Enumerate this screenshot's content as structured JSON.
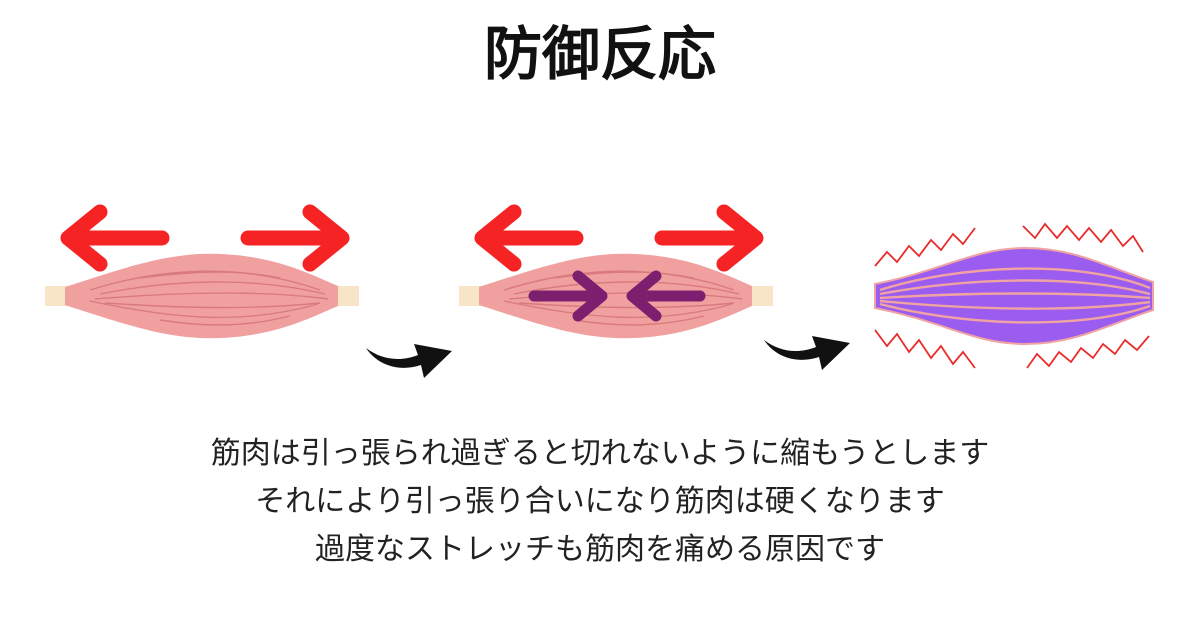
{
  "title": "防御反応",
  "captions": [
    "筋肉は引っ張られ過ぎると切れないように縮もうとします",
    "それにより引っ張り合いになり筋肉は硬くなります",
    "過度なストレッチも筋肉を痛める原因です"
  ],
  "colors": {
    "pull_arrow": "#f52323",
    "contract_arrow": "#7b1f6e",
    "muscle_fill": "#f1a0a0",
    "muscle_fiber": "#d97a7e",
    "tendon": "#f8e4c6",
    "tense_muscle_fill": "#9b5cf0",
    "tense_muscle_fiber": "#f0a3a3",
    "tension_zigzag": "#e82b2b",
    "step_arrow": "#111111"
  },
  "stages": [
    {
      "state": "stretched",
      "icons": [
        "pull-left-arrow-icon",
        "pull-right-arrow-icon",
        "muscle-icon"
      ]
    },
    {
      "state": "defensive-contraction",
      "icons": [
        "pull-left-arrow-icon",
        "pull-right-arrow-icon",
        "contract-arrows-icon",
        "muscle-icon"
      ]
    },
    {
      "state": "stiffened",
      "icons": [
        "tense-muscle-icon",
        "tension-zigzag-icon"
      ]
    }
  ],
  "step_icons": [
    "curved-arrow-icon",
    "curved-arrow-icon"
  ]
}
